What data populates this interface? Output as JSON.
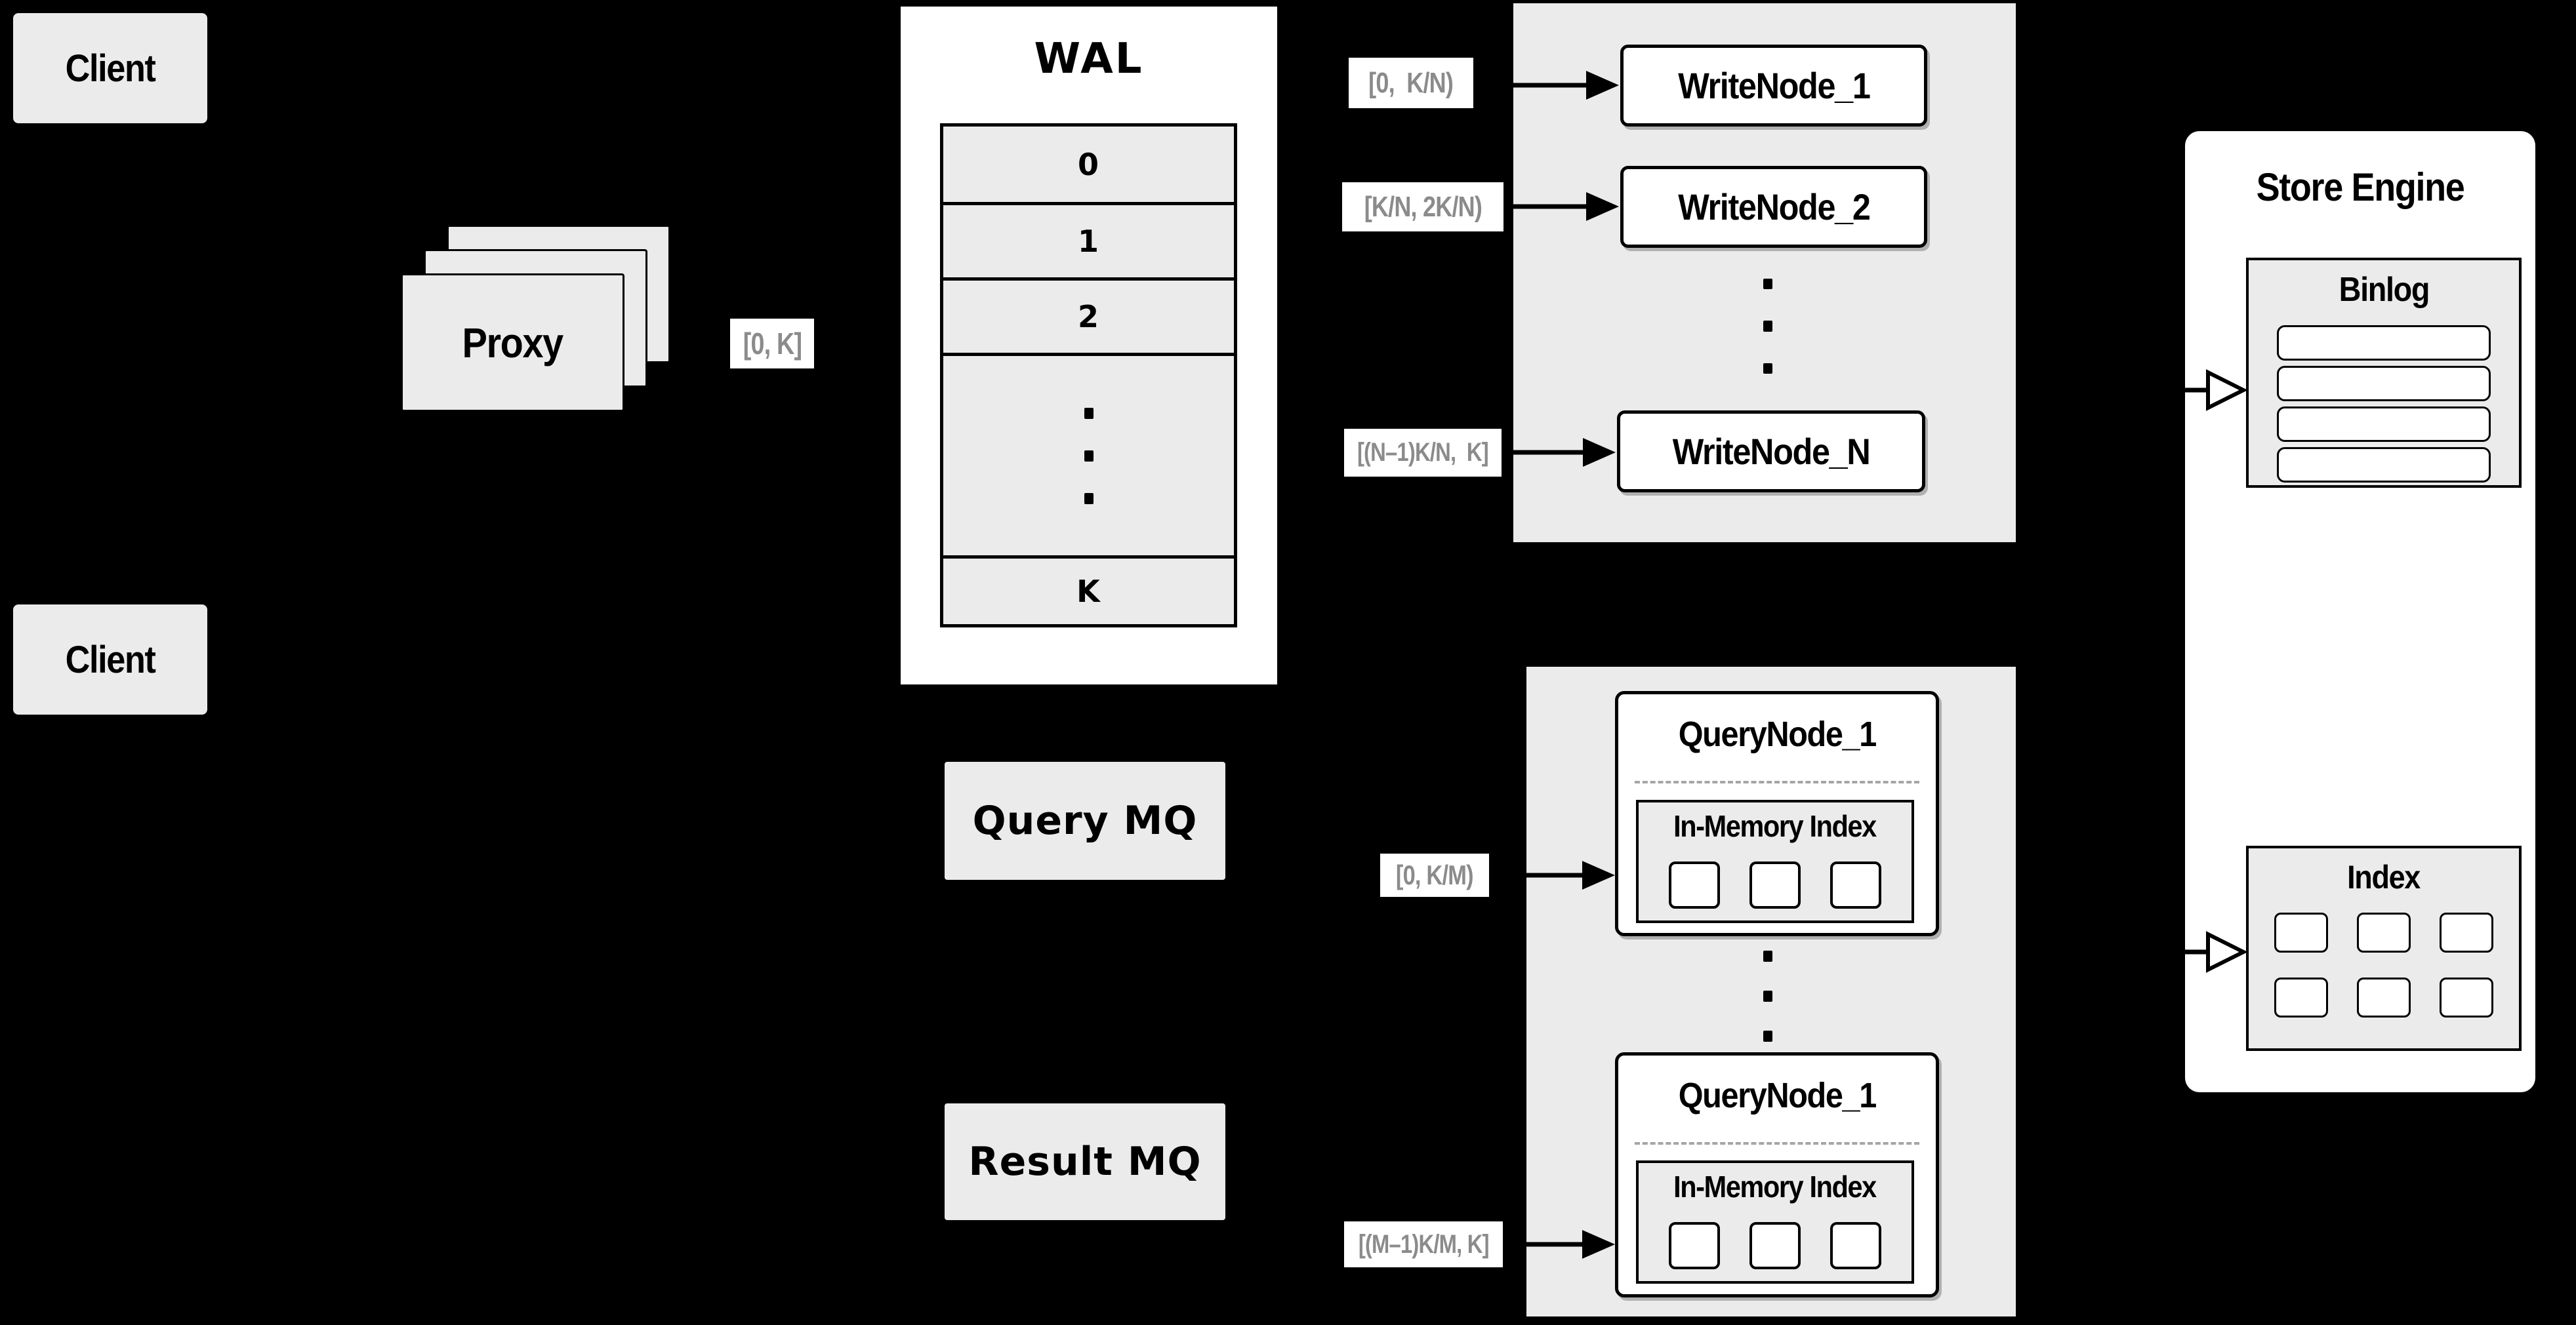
{
  "clients": {
    "top": "Client",
    "bottom": "Client"
  },
  "proxy": {
    "label": "Proxy",
    "range_label": "[0, K]"
  },
  "wal": {
    "title": "WAL",
    "segments": [
      "0",
      "1",
      "2"
    ],
    "last_segment": "K"
  },
  "write_group": {
    "range_labels": [
      "[0,  K/N)",
      "[K/N, 2K/N)",
      "[(N–1)K/N,  K]"
    ],
    "nodes": [
      "WriteNode_1",
      "WriteNode_2",
      "WriteNode_N"
    ]
  },
  "mq": {
    "query": "Query MQ",
    "result": "Result MQ"
  },
  "query_group": {
    "range_labels": [
      "[0, K/M)",
      "[(M–1)K/M, K]"
    ],
    "nodes": [
      {
        "title": "QueryNode_1",
        "inner_title": "In-Memory Index"
      },
      {
        "title": "QueryNode_1",
        "inner_title": "In-Memory Index"
      }
    ]
  },
  "store_engine": {
    "title": "Store Engine",
    "binlog_title": "Binlog",
    "index_title": "Index"
  },
  "colors": {
    "background": "#000000",
    "box_gray": "#ebebeb",
    "box_white": "#ffffff",
    "border_black": "#000000",
    "range_label_text": "#8b8b8b",
    "dashed_separator": "#a5a5a5"
  }
}
